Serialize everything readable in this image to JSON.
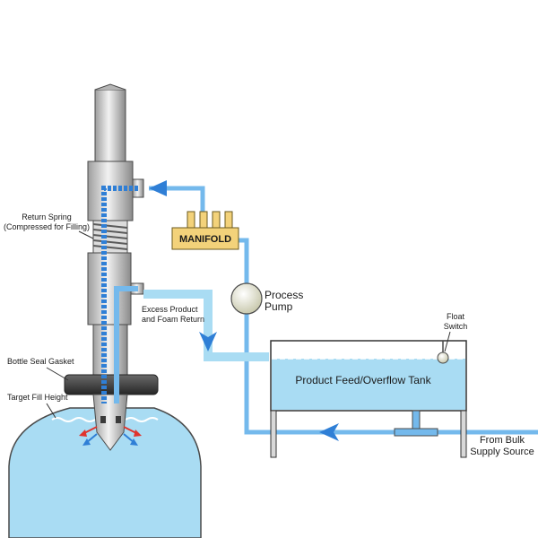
{
  "labels": {
    "return_spring_1": "Return Spring",
    "return_spring_2": "(Compressed for Filling)",
    "manifold": "MANIFOLD",
    "process_pump_1": "Process",
    "process_pump_2": "Pump",
    "excess_product_1": "Excess Product",
    "excess_product_2": "and Foam Return",
    "float_switch_1": "Float",
    "float_switch_2": "Switch",
    "bottle_seal_gasket": "Bottle Seal Gasket",
    "target_fill_height": "Target Fill Height",
    "tank": "Product Feed/Overflow Tank",
    "bulk_supply_1": "From Bulk",
    "bulk_supply_2": "Supply Source"
  },
  "colors": {
    "liquid": "#a9dcf3",
    "liquid_dark": "#2f7fd6",
    "pipe": "#74b9ec",
    "metal_light": "#e3e3e3",
    "metal_mid": "#b9b9b9",
    "metal_dark": "#5a5a5a",
    "manifold": "#f3d27a",
    "arrow_red": "#e0342d"
  }
}
